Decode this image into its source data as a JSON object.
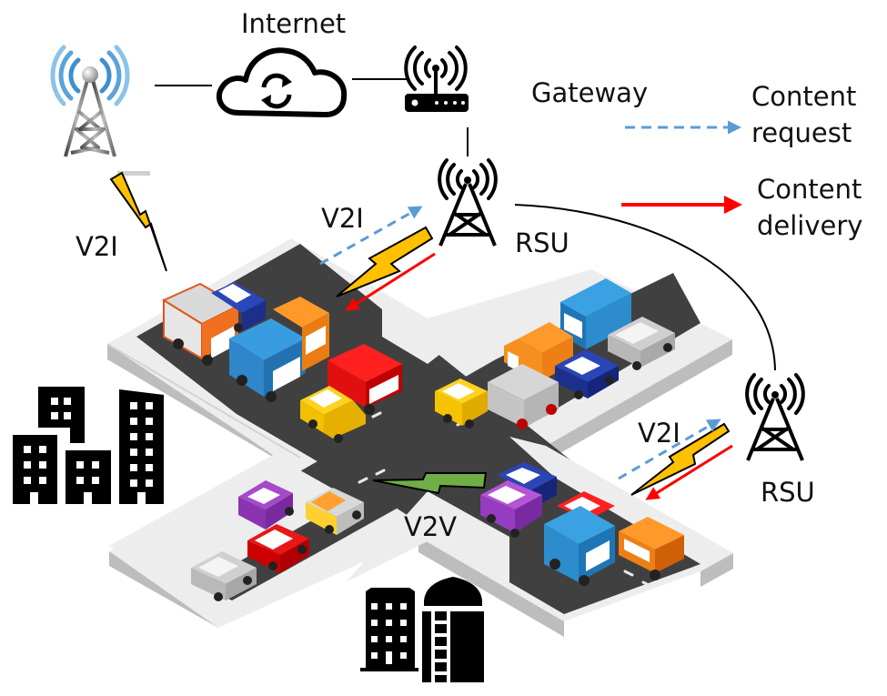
{
  "title": "Vehicular network content request and delivery",
  "labels": {
    "internet": "Internet",
    "gateway": "Gateway",
    "rsu_top": "RSU",
    "rsu_right": "RSU",
    "v2i_left": "V2I",
    "v2i_mid": "V2I",
    "v2i_right": "V2I",
    "v2v": "V2V"
  },
  "legend": {
    "request": {
      "line1": "Content",
      "line2": "request",
      "style": "dashed"
    },
    "delivery": {
      "line1": "Content",
      "line2": "delivery",
      "style": "solid"
    }
  },
  "icons": {
    "cell_tower": "cell-tower-icon",
    "cloud": "cloud-sync-icon",
    "gateway": "router-icon",
    "rsu": "rsu-tower-icon",
    "lightning": "lightning-icon",
    "buildings": "buildings-icon"
  },
  "colors": {
    "request_arrow": "#5B9BD5",
    "delivery_arrow": "#FF0000",
    "v2i_lightning": "#FFC000",
    "v2v_lightning": "#70AD47",
    "road": "#404040",
    "sidewalk_top": "#EDEDED",
    "sidewalk_side": "#BDBDBD",
    "tower_blue": "#5BA3D9"
  }
}
